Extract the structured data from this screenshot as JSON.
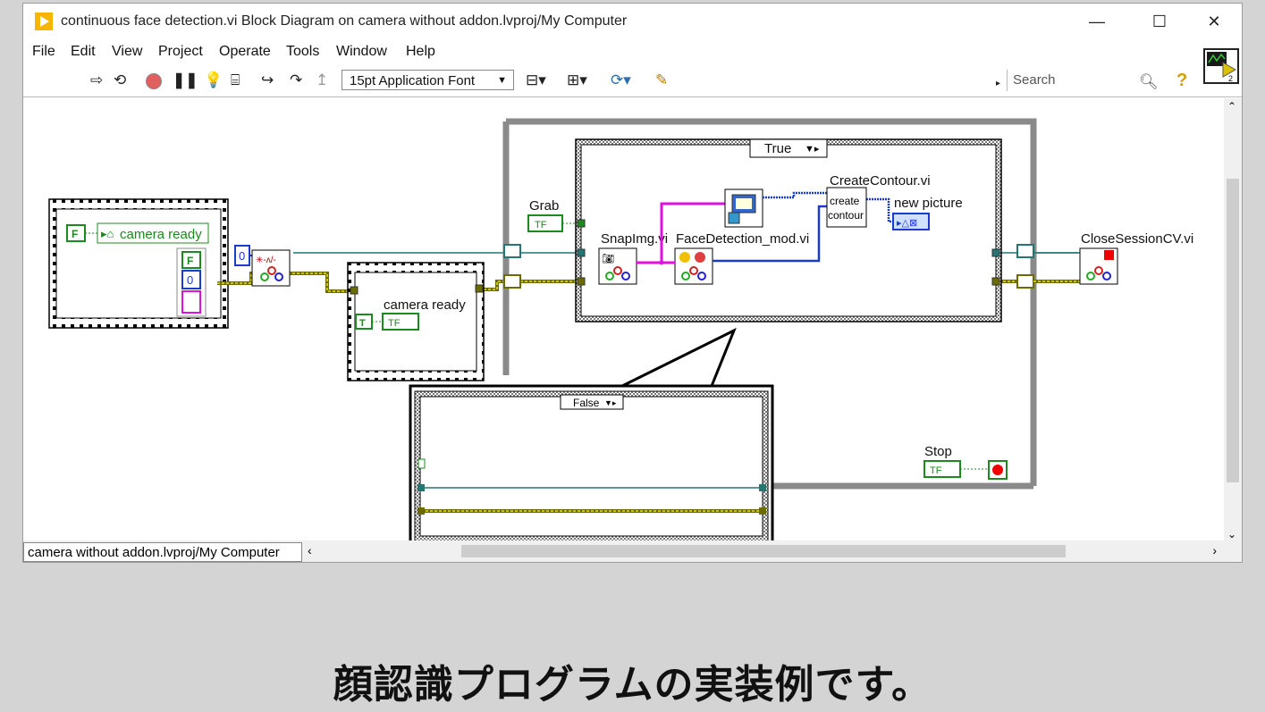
{
  "window": {
    "title": "continuous face detection.vi Block Diagram on camera without addon.lvproj/My Computer",
    "controls": {
      "minimize": "—",
      "maximize": "☐",
      "close": "✕"
    }
  },
  "menu": [
    "File",
    "Edit",
    "View",
    "Project",
    "Operate",
    "Tools",
    "Window",
    "Help"
  ],
  "toolbar": {
    "font": "15pt Application Font",
    "search_placeholder": "Search",
    "icons": [
      "run-arrow",
      "run-continuously",
      "abort",
      "pause",
      "highlight-execution",
      "retain-wire-values",
      "step-into",
      "step-over",
      "step-out",
      "align",
      "distribute",
      "reorder",
      "cleanup"
    ]
  },
  "vi_icon_number": "2",
  "diagram": {
    "case_true_selector": "True",
    "case_false_selector": "False",
    "labels": {
      "camera_ready_local": "camera ready",
      "camera_ready_case": "camera ready",
      "grab": "Grab",
      "snap": "SnapImg.vi",
      "face": "FaceDetection_mod.vi",
      "contour_vi": "CreateContour.vi",
      "contour_node": "create contour",
      "contour_node_l1": "create",
      "contour_node_l2": "contour",
      "new_picture": "new picture",
      "close": "CloseSessionCV.vi",
      "stop": "Stop"
    },
    "constants": {
      "f1": "F",
      "f2": "F",
      "zero1": "0",
      "zero2": "0",
      "t": "T",
      "tf": "TF",
      "tf2": "TF",
      "tf3": "TF"
    }
  },
  "status_bar": "camera without addon.lvproj/My Computer",
  "caption": "顔認識プログラムの実装例です。"
}
